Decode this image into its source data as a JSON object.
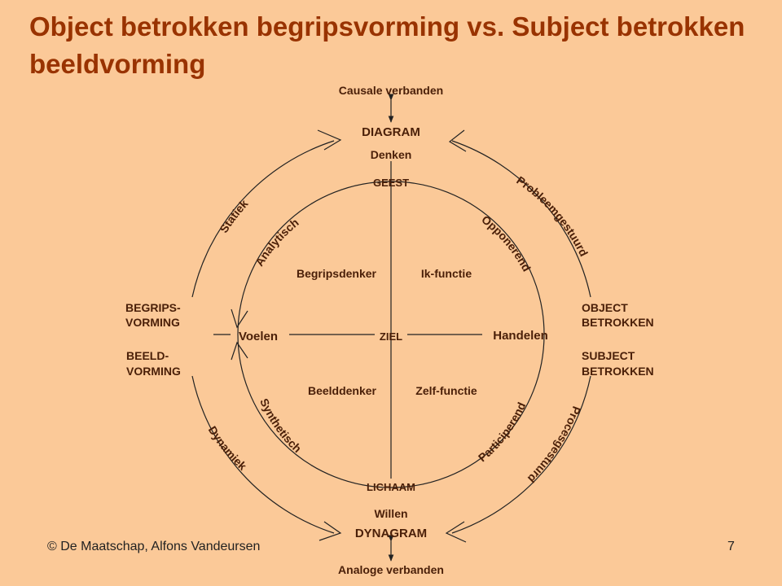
{
  "slide": {
    "title": "Object betrokken begripsvorming vs. Subject betrokken beeldvorming",
    "footer": "© De Maatschap, Alfons Vandeursen",
    "page_number": "7"
  },
  "diagram": {
    "top_external": "Causale verbanden",
    "bottom_external": "Analoge verbanden",
    "top_node": "DIAGRAM",
    "bottom_node": "DYNAGRAM",
    "top_sub": "Denken",
    "bottom_sub": "Willen",
    "inner_top": "GEEST",
    "inner_bottom": "LICHAAM",
    "center": "ZIEL",
    "left_node": "Voelen",
    "right_node": "Handelen",
    "quadrants": {
      "top_left": "Begripsdenker",
      "top_right": "Ik-functie",
      "bottom_left": "Beelddenker",
      "bottom_right": "Zelf-functie"
    },
    "inner_arcs": {
      "top_left": "Analytisch",
      "top_right": "Opponerend",
      "bottom_left": "Synthetisch",
      "bottom_right": "Participerend"
    },
    "outer_arcs": {
      "top_left": "Statiek",
      "top_right": "Probleemgestuurd",
      "bottom_left": "Dynamiek",
      "bottom_right": "Procesgestuurd"
    },
    "left_labels": {
      "upper_line1": "BEGRIPS-",
      "upper_line2": "VORMING",
      "lower_line1": "BEELD-",
      "lower_line2": "VORMING"
    },
    "right_labels": {
      "upper_line1": "OBJECT",
      "upper_line2": "BETROKKEN",
      "lower_line1": "SUBJECT",
      "lower_line2": "BETROKKEN"
    }
  }
}
